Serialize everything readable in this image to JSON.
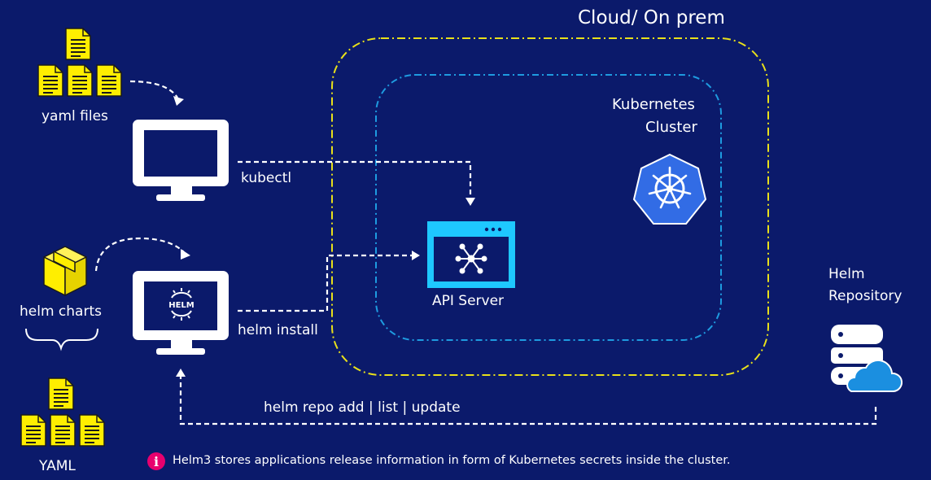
{
  "diagram": {
    "cloud_label": "Cloud/ On prem",
    "cluster_label_line1": "Kubernetes",
    "cluster_label_line2": "Cluster",
    "api_server_label": "API Server",
    "yaml_files_label": "yaml files",
    "kubectl_label": "kubectl",
    "helm_charts_label": "helm charts",
    "helm_install_label": "helm install",
    "helm_logo_text": "HELM",
    "yaml_label": "YAML",
    "repo_label_line1": "Helm",
    "repo_label_line2": "Repository",
    "repo_commands_label": "helm repo add | list | update",
    "info_icon_glyph": "i",
    "footnote": "Helm3 stores applications release information in form of Kubernetes secrets inside the cluster."
  },
  "colors": {
    "background": "#0b1a6b",
    "cloud_border": "#e8e01a",
    "cluster_border": "#1e9be0",
    "file_yellow": "#ffee00",
    "api_server": "#1ec8ff",
    "kubernetes_blue": "#326ce5",
    "info_pink": "#e8006e",
    "cloud_blue": "#1b8fe0"
  },
  "icons": [
    "file-stack-icon",
    "monitor-icon",
    "helm-logo-icon",
    "package-box-icon",
    "api-window-icon",
    "kubernetes-icon",
    "database-cloud-icon",
    "info-icon"
  ]
}
